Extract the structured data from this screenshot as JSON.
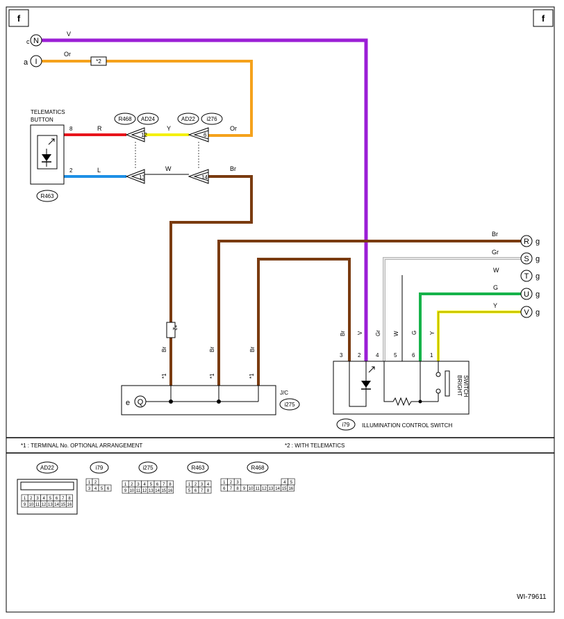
{
  "page": {
    "corner_left": "f",
    "corner_right": "f",
    "figure_id": "WI-79611"
  },
  "colors": {
    "violet": "#9b1fd6",
    "orange": "#f5a21c",
    "red": "#e8141b",
    "yellow": "#f4f00f",
    "blue": "#1e90e6",
    "brown": "#7a3b10",
    "gray": "#c8c8c8",
    "green": "#16b34a"
  },
  "connectors_left": {
    "c": {
      "letter": "c",
      "symbol": "N",
      "wire": "V"
    },
    "a": {
      "letter": "a",
      "symbol": "I",
      "wire": "Or",
      "note": "*2"
    }
  },
  "telematics": {
    "title_line1": "TELEMATICS",
    "title_line2": "BUTTON",
    "connector": "R463",
    "pin_top": "8",
    "pin_bottom": "2",
    "wire_top": "R",
    "wire_bottom": "L"
  },
  "junction_upper": {
    "conn1": "R468",
    "conn2": "AD24",
    "conn3": "AD22",
    "conn4": "i276",
    "pin_12": "12",
    "pin_6": "6",
    "pin_13": "13",
    "pin_14": "14",
    "wire_y": "Y",
    "wire_or": "Or",
    "wire_w": "W",
    "wire_br": "Br"
  },
  "right_terminals": [
    {
      "symbol": "R",
      "letter": "g",
      "wire": "Br"
    },
    {
      "symbol": "S",
      "letter": "g",
      "wire": "Gr"
    },
    {
      "symbol": "T",
      "letter": "g",
      "wire": "W"
    },
    {
      "symbol": "U",
      "letter": "g",
      "wire": "G"
    },
    {
      "symbol": "V",
      "letter": "g",
      "wire": "Y"
    }
  ],
  "jc": {
    "label": "J/C",
    "connector": "i275",
    "e_letter": "e",
    "e_symbol": "Q",
    "note": "*2",
    "wire_labels": [
      "Br",
      "Br",
      "Br"
    ],
    "star_labels": [
      "*1",
      "*1",
      "*1"
    ]
  },
  "switch": {
    "connector": "i79",
    "label": "ILLUMINATION CONTROL SWITCH",
    "pins": [
      "3",
      "2",
      "4",
      "5",
      "6",
      "1"
    ],
    "wires": [
      "Br",
      "V",
      "Gr",
      "W",
      "G",
      "Y"
    ],
    "bright_1": "BRIGHT",
    "bright_2": "SWITCH"
  },
  "notes": {
    "note1": "*1  : TERMINAL No. OPTIONAL ARRANGEMENT",
    "note2": "*2  : WITH TELEMATICS"
  },
  "connector_views": {
    "ad22": {
      "name": "AD22",
      "row1": [
        "1",
        "2",
        "3",
        "4",
        "5",
        "6",
        "7",
        "8"
      ],
      "row2": [
        "9",
        "10",
        "11",
        "12",
        "13",
        "14",
        "15",
        "16"
      ]
    },
    "i79": {
      "name": "i79",
      "row1": [
        "1",
        "2"
      ],
      "row2": [
        "3",
        "4",
        "5",
        "6"
      ]
    },
    "i275": {
      "name": "i275",
      "row1": [
        "1",
        "2",
        "3",
        "4",
        "5",
        "6",
        "7",
        "8"
      ],
      "row2": [
        "9",
        "10",
        "11",
        "12",
        "13",
        "14",
        "15",
        "16"
      ]
    },
    "r463": {
      "name": "R463",
      "row1": [
        "1",
        "2",
        "3",
        "4"
      ],
      "row2": [
        "5",
        "6",
        "7",
        "8"
      ]
    },
    "r468": {
      "name": "R468",
      "row1": [
        "1",
        "2",
        "3",
        "4",
        "5"
      ],
      "row2": [
        "6",
        "7",
        "8",
        "9",
        "10",
        "11",
        "12",
        "13",
        "14",
        "15",
        "16"
      ]
    }
  }
}
